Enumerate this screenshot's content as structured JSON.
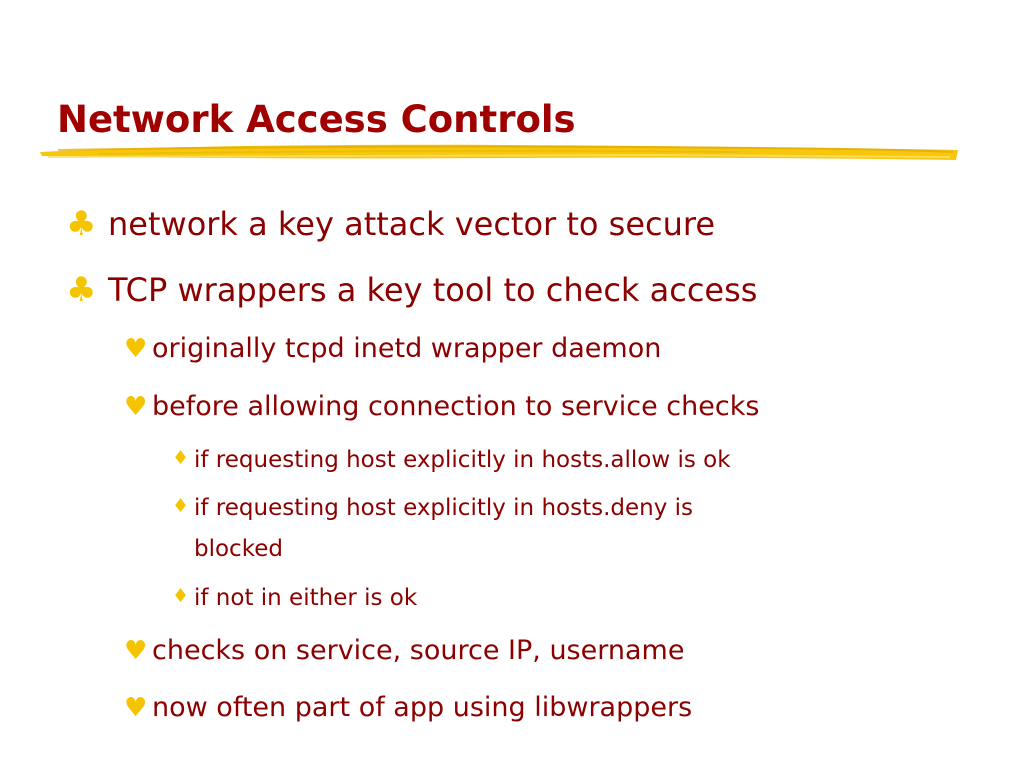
{
  "slide": {
    "title": "Network Access Controls",
    "accent_color": "#f5c400",
    "text_color": "#8b0000",
    "bullets": {
      "level1_icon": "club-icon",
      "level2_icon": "heart-icon",
      "level3_icon": "diamond-icon"
    },
    "items": [
      {
        "level": 1,
        "text": "network a key attack vector to secure"
      },
      {
        "level": 1,
        "text": "TCP wrappers a key tool to check access"
      },
      {
        "level": 2,
        "text": "originally tcpd inetd wrapper daemon"
      },
      {
        "level": 2,
        "text": "before allowing connection to service checks"
      },
      {
        "level": 3,
        "text": "if requesting host explicitly in hosts.allow is ok"
      },
      {
        "level": 3,
        "text": "if requesting host explicitly in hosts.deny is",
        "continuation": "blocked"
      },
      {
        "level": 3,
        "text": "if not in either is ok"
      },
      {
        "level": 2,
        "text": "checks on service, source IP, username"
      },
      {
        "level": 2,
        "text": "now often part of app using libwrappers"
      }
    ]
  }
}
